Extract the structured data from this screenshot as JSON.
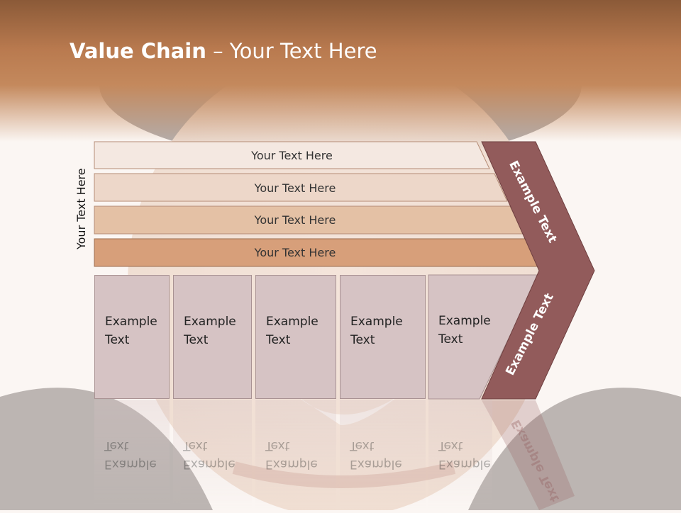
{
  "title": {
    "bold": "Value Chain",
    "rest": " – Your Text Here"
  },
  "vertical_label": "Your Text Here",
  "bars": [
    {
      "label": "Your Text Here",
      "color": "#f4e8e1"
    },
    {
      "label": "Your Text Here",
      "color": "#edd7c9"
    },
    {
      "label": "Your Text Here",
      "color": "#e4c1a5"
    },
    {
      "label": "Your Text Here",
      "color": "#d79f7a"
    }
  ],
  "boxes": [
    {
      "line1": "Example",
      "line2": "Text"
    },
    {
      "line1": "Example",
      "line2": "Text"
    },
    {
      "line1": "Example",
      "line2": "Text"
    },
    {
      "line1": "Example",
      "line2": "Text"
    },
    {
      "line1": "Example",
      "line2": "Text"
    }
  ],
  "chevron_top_label": "Example Text",
  "chevron_bottom_label": "Example Text",
  "colors": {
    "chevron": "#925b5b",
    "header": "#b97a4f",
    "box": "#d6c3c4"
  }
}
